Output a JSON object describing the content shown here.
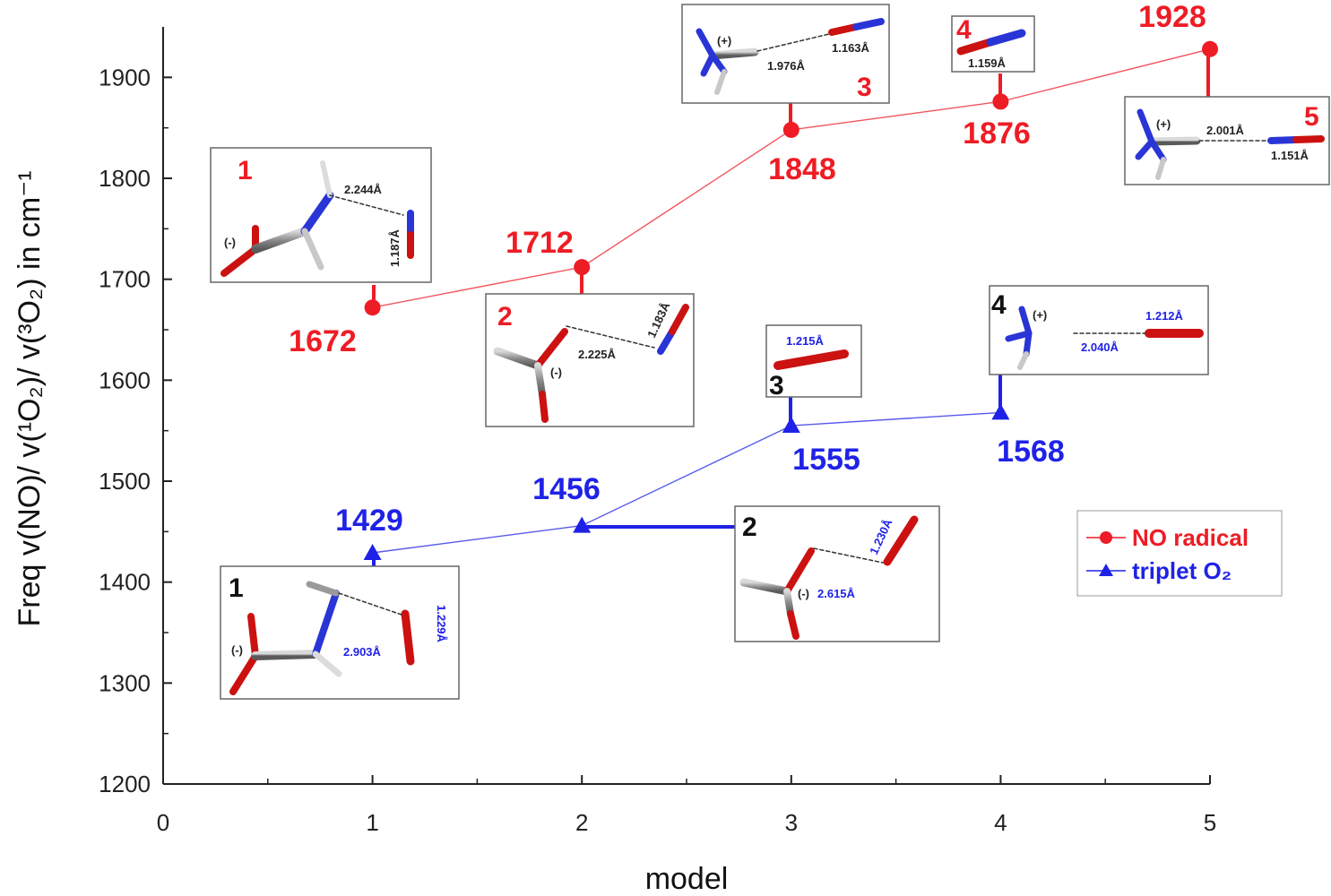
{
  "chart_data": {
    "type": "line",
    "ylabel": "Freq v(NO)/ v(¹O₂)/ v(³O₂) in cm⁻¹",
    "xlabel": "model",
    "xlim": [
      0,
      5
    ],
    "ylim": [
      1200,
      1950
    ],
    "x_ticks": [
      "0",
      "1",
      "2",
      "3",
      "4",
      "5"
    ],
    "y_ticks": [
      "1200",
      "1300",
      "1400",
      "1500",
      "1600",
      "1700",
      "1800",
      "1900"
    ],
    "x_tick_values": [
      0,
      1,
      2,
      3,
      4,
      5
    ],
    "y_tick_values": [
      1200,
      1300,
      1400,
      1500,
      1600,
      1700,
      1800,
      1900
    ],
    "grid": false,
    "legend_position": "right",
    "series": [
      {
        "name": "NO radical",
        "color": "#ee1c25",
        "marker": "circle",
        "x": [
          1,
          2,
          3,
          4,
          5
        ],
        "values": [
          1672,
          1712,
          1848,
          1876,
          1928
        ],
        "labels": [
          "1672",
          "1712",
          "1848",
          "1876",
          "1928"
        ]
      },
      {
        "name": "triplet O₂",
        "color": "#1f22e6",
        "marker": "triangle",
        "x": [
          1,
          2,
          3,
          4
        ],
        "values": [
          1429,
          1456,
          1555,
          1568
        ],
        "labels": [
          "1429",
          "1456",
          "1555",
          "1568"
        ]
      }
    ],
    "annotations": {
      "no_insets": [
        {
          "num": "1",
          "bonds": [
            "2.244Å",
            "1.187Å"
          ],
          "charge": "(-)"
        },
        {
          "num": "2",
          "bonds": [
            "2.225Å",
            "1.183Å"
          ],
          "charge": "(-)"
        },
        {
          "num": "3",
          "bonds": [
            "1.976Å",
            "1.163Å"
          ],
          "charge": "(+)"
        },
        {
          "num": "4",
          "bonds": [
            "1.159Å"
          ],
          "charge": ""
        },
        {
          "num": "5",
          "bonds": [
            "2.001Å",
            "1.151Å"
          ],
          "charge": "(+)"
        }
      ],
      "o2_insets": [
        {
          "num": "1",
          "bonds": [
            "2.903Å",
            "1.229Å"
          ],
          "charge": "(-)"
        },
        {
          "num": "2",
          "bonds": [
            "2.615Å",
            "1.230Å"
          ],
          "charge": "(-)"
        },
        {
          "num": "3",
          "bonds": [
            "1.215Å"
          ],
          "charge": ""
        },
        {
          "num": "4",
          "bonds": [
            "2.040Å",
            "1.212Å"
          ],
          "charge": "(+)"
        }
      ]
    }
  }
}
